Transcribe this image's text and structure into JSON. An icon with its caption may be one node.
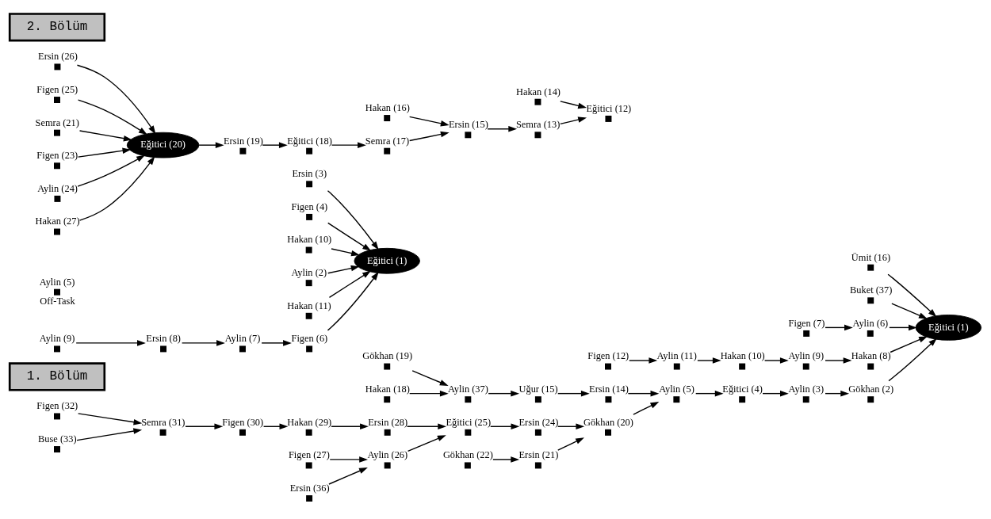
{
  "diagram": {
    "nodes": [
      {
        "text": [
          "Eğitici (1)"
        ]
      },
      {
        "text": [
          "Ümit (16)"
        ]
      },
      {
        "text": [
          "Buket (37)"
        ]
      },
      {
        "text": [
          "Figen (7)"
        ]
      },
      {
        "text": [
          "Aylin (6)"
        ]
      },
      {
        "text": [
          "Hakan (8)"
        ]
      },
      {
        "text": [
          "Aylin (9)"
        ]
      },
      {
        "text": [
          "Hakan (10)"
        ]
      },
      {
        "text": [
          "Aylin (11)"
        ]
      },
      {
        "text": [
          "Figen (12)"
        ]
      },
      {
        "text": [
          "Gökhan (2)"
        ]
      },
      {
        "text": [
          "Aylin (3)"
        ]
      },
      {
        "text": [
          "Eğitici (4)"
        ]
      },
      {
        "text": [
          "Aylin (5)"
        ]
      },
      {
        "text": [
          "Ersin (14)"
        ]
      },
      {
        "text": [
          "Uğur (15)"
        ]
      },
      {
        "text": [
          "Gökhan (19)"
        ]
      },
      {
        "text": [
          "Aylin (37)"
        ]
      },
      {
        "text": [
          "Hakan (18)"
        ]
      },
      {
        "text": [
          "Hakan (29)"
        ]
      },
      {
        "text": [
          "Figen (30)"
        ]
      },
      {
        "text": [
          "Semra (31)"
        ]
      },
      {
        "text": [
          "Figen (32)"
        ]
      },
      {
        "text": [
          "Buse (33)"
        ]
      },
      {
        "text": [
          "Ersin (28)"
        ]
      },
      {
        "text": [
          "Figen (27)"
        ]
      },
      {
        "text": [
          "Eğitici (25)"
        ]
      },
      {
        "text": [
          "Aylin (26)"
        ]
      },
      {
        "text": [
          "Gökhan (20)"
        ]
      },
      {
        "text": [
          "Ersin (24)"
        ]
      },
      {
        "text": [
          "Ersin (21)"
        ]
      },
      {
        "text": [
          "Gökhan (22)"
        ]
      },
      {
        "text": [
          "Ersin (36)"
        ]
      },
      {
        "text": [
          "1. Bölüm"
        ]
      },
      {
        "text": [
          "Figen (6)"
        ]
      },
      {
        "text": [
          "Aylin (7)"
        ]
      },
      {
        "text": [
          "Ersin (8)"
        ]
      },
      {
        "text": [
          "Aylin (9)"
        ]
      },
      {
        "text": [
          "Aylin (5)"
        ],
        "beside": [
          "Off-Task"
        ]
      },
      {
        "text": [
          "Ersin (3)"
        ]
      },
      {
        "text": [
          "Eğitici (1)"
        ]
      },
      {
        "text": [
          "Figen (4)"
        ]
      },
      {
        "text": [
          "Hakan (10)"
        ]
      },
      {
        "text": [
          "Aylin (2)"
        ]
      },
      {
        "text": [
          "Hakan (11)"
        ]
      },
      {
        "text": [
          "Semra (17)"
        ]
      },
      {
        "text": [
          "Ersin (15)"
        ]
      },
      {
        "text": [
          "Semra (13)"
        ]
      },
      {
        "text": [
          "Eğitici (12)"
        ]
      },
      {
        "text": [
          "Eğitici (18)"
        ]
      },
      {
        "text": [
          "Hakan (16)"
        ]
      },
      {
        "text": [
          "Hakan (14)"
        ]
      },
      {
        "text": [
          "Ersin (26)"
        ]
      },
      {
        "text": [
          "Ersin (19)"
        ]
      },
      {
        "text": [
          "Eğitici (20)"
        ]
      },
      {
        "text": [
          "Figen (25)"
        ]
      },
      {
        "text": [
          "Semra (21)"
        ]
      },
      {
        "text": [
          "Figen (23)"
        ]
      },
      {
        "text": [
          "Aylin (24)"
        ]
      },
      {
        "text": [
          "Hakan (27)"
        ]
      },
      {
        "text": [
          "2. Bölüm"
        ]
      }
    ],
    "edges": [
      {
        "from": 1,
        "to": 0,
        "arrow": "to"
      },
      {
        "from": 2,
        "to": 0,
        "arrow": "to"
      },
      {
        "from": 3,
        "to": 4,
        "arrow": "to"
      },
      {
        "from": 4,
        "to": 0,
        "arrow": "to"
      },
      {
        "from": 5,
        "to": 0,
        "arrow": "to"
      },
      {
        "from": 6,
        "to": 5,
        "arrow": "to"
      },
      {
        "from": 7,
        "to": 6,
        "arrow": "to"
      },
      {
        "from": 8,
        "to": 7,
        "arrow": "to"
      },
      {
        "from": 9,
        "to": 8,
        "arrow": "to"
      },
      {
        "from": 10,
        "to": 0,
        "arrow": "to"
      },
      {
        "from": 11,
        "to": 10,
        "arrow": "to"
      },
      {
        "from": 12,
        "to": 11,
        "arrow": "to"
      },
      {
        "from": 13,
        "to": 12,
        "arrow": "to"
      },
      {
        "from": 14,
        "to": 13,
        "arrow": "to"
      },
      {
        "from": 15,
        "to": 14,
        "arrow": "to"
      },
      {
        "from": 17,
        "to": 15,
        "arrow": "to"
      },
      {
        "from": 16,
        "to": 17,
        "arrow": "to"
      },
      {
        "from": 18,
        "to": 17,
        "arrow": "to"
      },
      {
        "from": 22,
        "to": 21,
        "arrow": "to"
      },
      {
        "from": 23,
        "to": 21,
        "arrow": "to"
      },
      {
        "from": 21,
        "to": 20,
        "arrow": "to"
      },
      {
        "from": 20,
        "to": 19,
        "arrow": "to"
      },
      {
        "from": 19,
        "to": 24,
        "arrow": "to"
      },
      {
        "from": 24,
        "to": 26,
        "arrow": "to"
      },
      {
        "from": 25,
        "to": 27,
        "arrow": "to"
      },
      {
        "from": 32,
        "to": 27,
        "arrow": "to"
      },
      {
        "from": 27,
        "to": 26,
        "arrow": "to"
      },
      {
        "from": 26,
        "to": 29,
        "arrow": "to"
      },
      {
        "from": 29,
        "to": 28,
        "arrow": "to"
      },
      {
        "from": 28,
        "to": 13,
        "arrow": "to"
      },
      {
        "from": 30,
        "to": 28,
        "arrow": "to"
      },
      {
        "from": 31,
        "to": 30,
        "arrow": "to"
      },
      {
        "from": 37,
        "to": 36,
        "arrow": "to"
      },
      {
        "from": 36,
        "to": 35,
        "arrow": "to"
      },
      {
        "from": 35,
        "to": 34,
        "arrow": "to"
      },
      {
        "from": 34,
        "to": 40,
        "arrow": "to"
      },
      {
        "from": 39,
        "to": 40,
        "arrow": "to"
      },
      {
        "from": 41,
        "to": 40,
        "arrow": "to"
      },
      {
        "from": 42,
        "to": 40,
        "arrow": "to"
      },
      {
        "from": 43,
        "to": 40,
        "arrow": "to"
      },
      {
        "from": 44,
        "to": 40,
        "arrow": "to"
      },
      {
        "from": 45,
        "to": 46,
        "arrow": "to"
      },
      {
        "from": 46,
        "to": 47,
        "arrow": "to"
      },
      {
        "from": 47,
        "to": 48,
        "arrow": "to"
      },
      {
        "from": 50,
        "to": 46,
        "arrow": "to"
      },
      {
        "from": 51,
        "to": 48,
        "arrow": "to"
      },
      {
        "from": 49,
        "to": 45,
        "arrow": "to"
      },
      {
        "from": 53,
        "to": 49,
        "arrow": "to"
      },
      {
        "from": 54,
        "to": 53,
        "arrow": "to"
      },
      {
        "from": 52,
        "to": 54,
        "arrow": "to"
      },
      {
        "from": 55,
        "to": 54,
        "arrow": "to"
      },
      {
        "from": 56,
        "to": 54,
        "arrow": "to"
      },
      {
        "from": 59,
        "to": 54,
        "arrow": "to"
      },
      {
        "from": 58,
        "to": 54,
        "arrow": "to"
      },
      {
        "from": 57,
        "to": 54,
        "arrow": "to"
      }
    ]
  }
}
